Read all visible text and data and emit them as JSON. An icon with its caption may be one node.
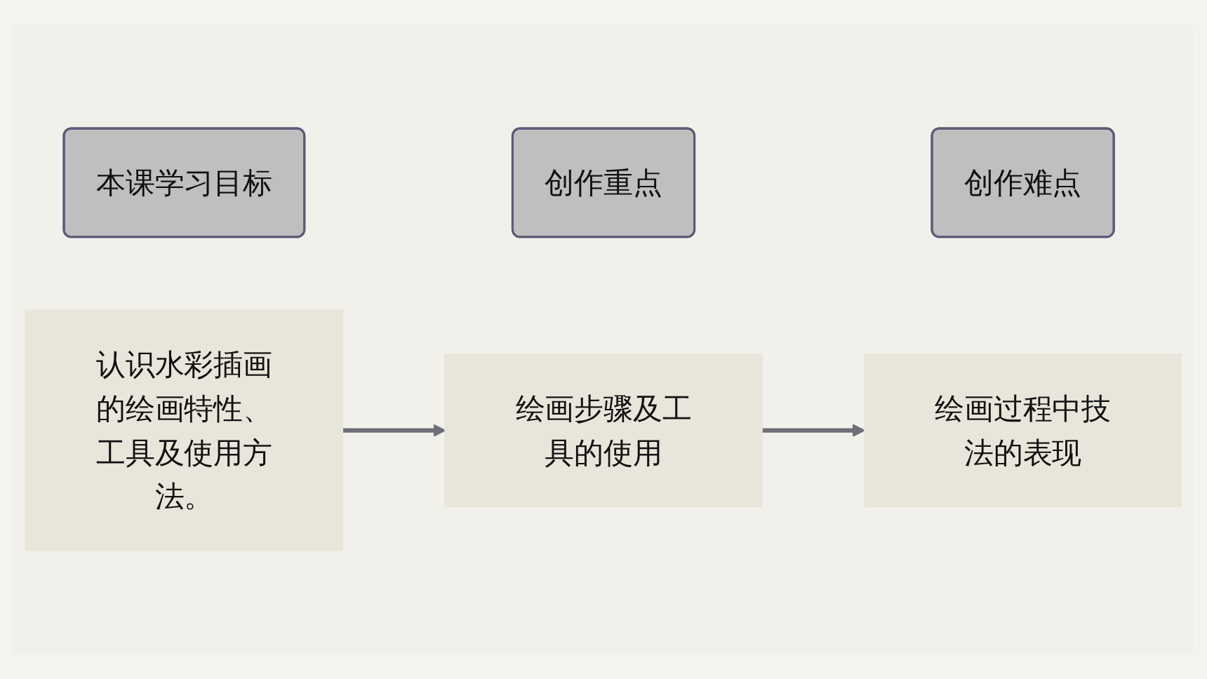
{
  "diagram": {
    "nodes": [
      {
        "text": [
          "本课学习目标"
        ]
      },
      {
        "text": [
          "创作重点"
        ]
      },
      {
        "text": [
          "创作难点"
        ]
      },
      {
        "text": [
          "认识水彩插画的绘画特性、工具及使用方法。"
        ]
      },
      {
        "text": [
          "绘画步骤及工具的使用"
        ]
      },
      {
        "text": [
          "绘画过程中技法的表现"
        ]
      }
    ],
    "edges": [
      {
        "from": 3,
        "to": 4,
        "arrow": "to"
      },
      {
        "from": 4,
        "to": 5,
        "arrow": "to"
      }
    ]
  }
}
